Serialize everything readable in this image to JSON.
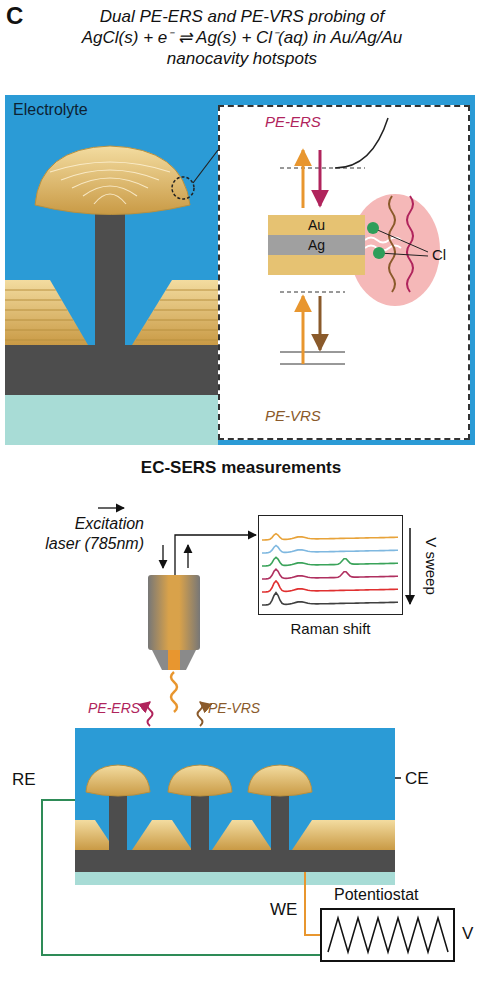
{
  "diagram": {
    "title": "Dual PE-ERS and PE-VRS probing of AgCl(s) + e⁻ ⇌ Ag(s) + Cl⁻(aq) in Au/Ag/Au nanocavity hotspots",
    "nodes": [
      {
        "text": [
          "Electrolyte"
        ]
      },
      {
        "text": [
          "PE-ERS",
          "PE-VRS"
        ],
        "in": 0
      },
      {
        "text": [
          "Au"
        ],
        "in": 1
      },
      {
        "text": [
          "Ag"
        ],
        "in": 1
      },
      {
        "text": [
          "Raman shift",
          "V sweep"
        ]
      },
      {
        "text": [
          "Potentiostat"
        ]
      }
    ],
    "labels": [
      "C",
      "Cl",
      "EC-SERS measurements",
      "Excitation laser (785nm)",
      "PE-ERS",
      "PE-VRS",
      "RE",
      "CE",
      "WE",
      "V"
    ]
  }
}
